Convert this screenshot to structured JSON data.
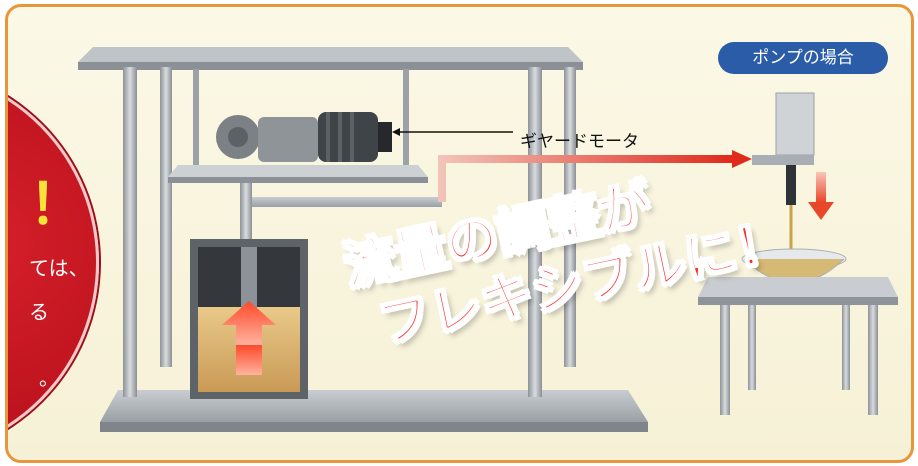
{
  "badge": {
    "label": "ポンプの場合"
  },
  "motor_label": {
    "text": "ギヤードモータ"
  },
  "headline": {
    "line1": "流量の調整が",
    "line2": "フレキシブルに！"
  },
  "callout": {
    "exclaim": "！",
    "line1": "ては、",
    "line2": "る",
    "line3": "。"
  },
  "colors": {
    "frame_border": "#e8963c",
    "badge_bg": "#2a5ca8",
    "flow_arrow": "#e83a2a",
    "headline_red": "#ff2a2a",
    "callout_red": "#c8141e",
    "exclaim_yellow": "#f7e23a"
  }
}
